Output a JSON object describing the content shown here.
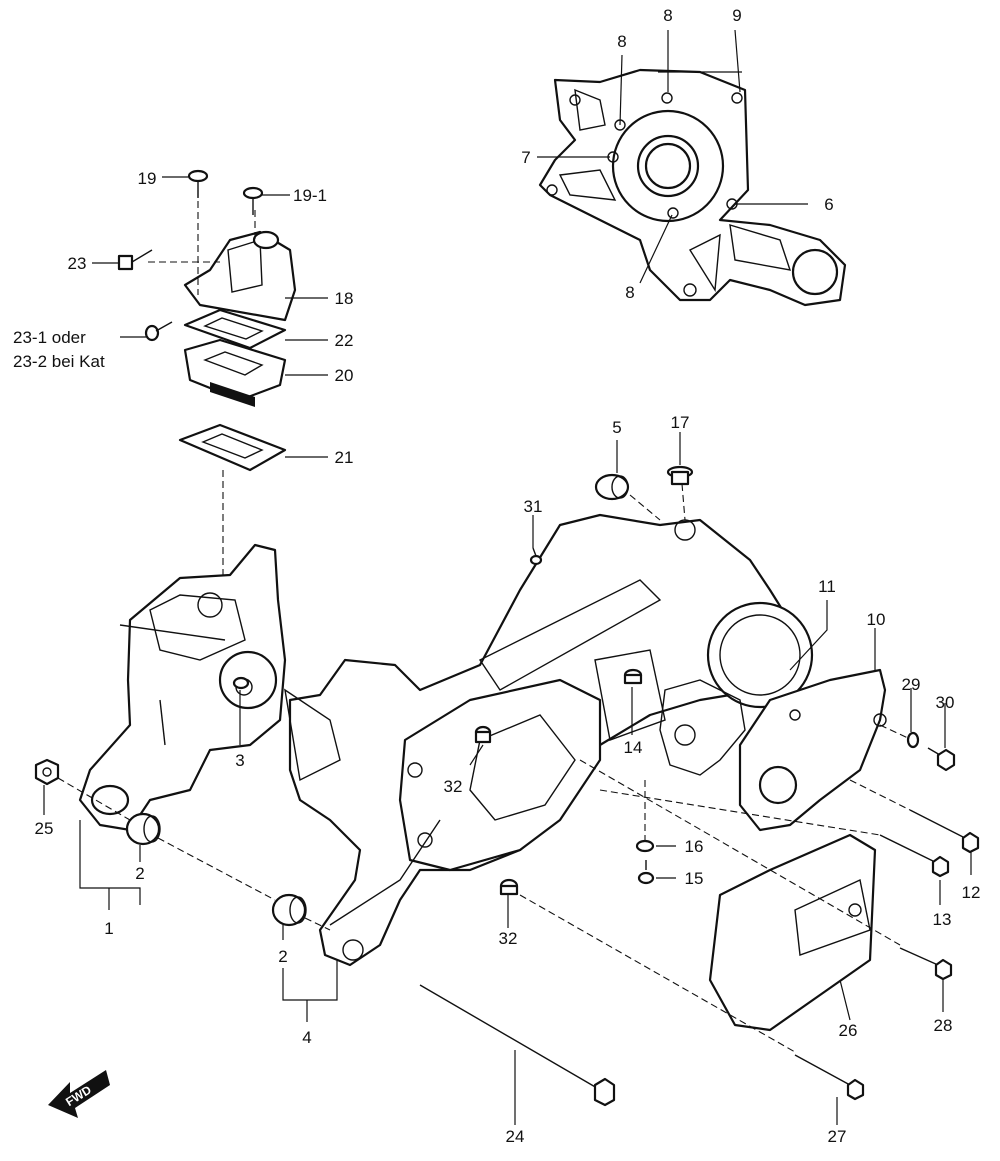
{
  "callouts": {
    "c1": "1",
    "c2a": "2",
    "c2b": "2",
    "c3": "3",
    "c4": "4",
    "c5": "5",
    "c6": "6",
    "c7": "7",
    "c8a": "8",
    "c8b": "8",
    "c8c": "8",
    "c9": "9",
    "c10": "10",
    "c11": "11",
    "c12": "12",
    "c13": "13",
    "c14": "14",
    "c15": "15",
    "c16": "16",
    "c17": "17",
    "c18": "18",
    "c19": "19",
    "c19_1": "19-1",
    "c20": "20",
    "c21": "21",
    "c22": "22",
    "c23": "23",
    "c23_1": "23-1 oder",
    "c23_2": "23-2 bei Kat",
    "c24": "24",
    "c25": "25",
    "c26": "26",
    "c27": "27",
    "c28": "28",
    "c29": "29",
    "c30": "30",
    "c31": "31",
    "c32a": "32",
    "c32b": "32"
  },
  "fwd_label": "FWD",
  "colors": {
    "ink": "#111111",
    "paper": "#ffffff"
  }
}
